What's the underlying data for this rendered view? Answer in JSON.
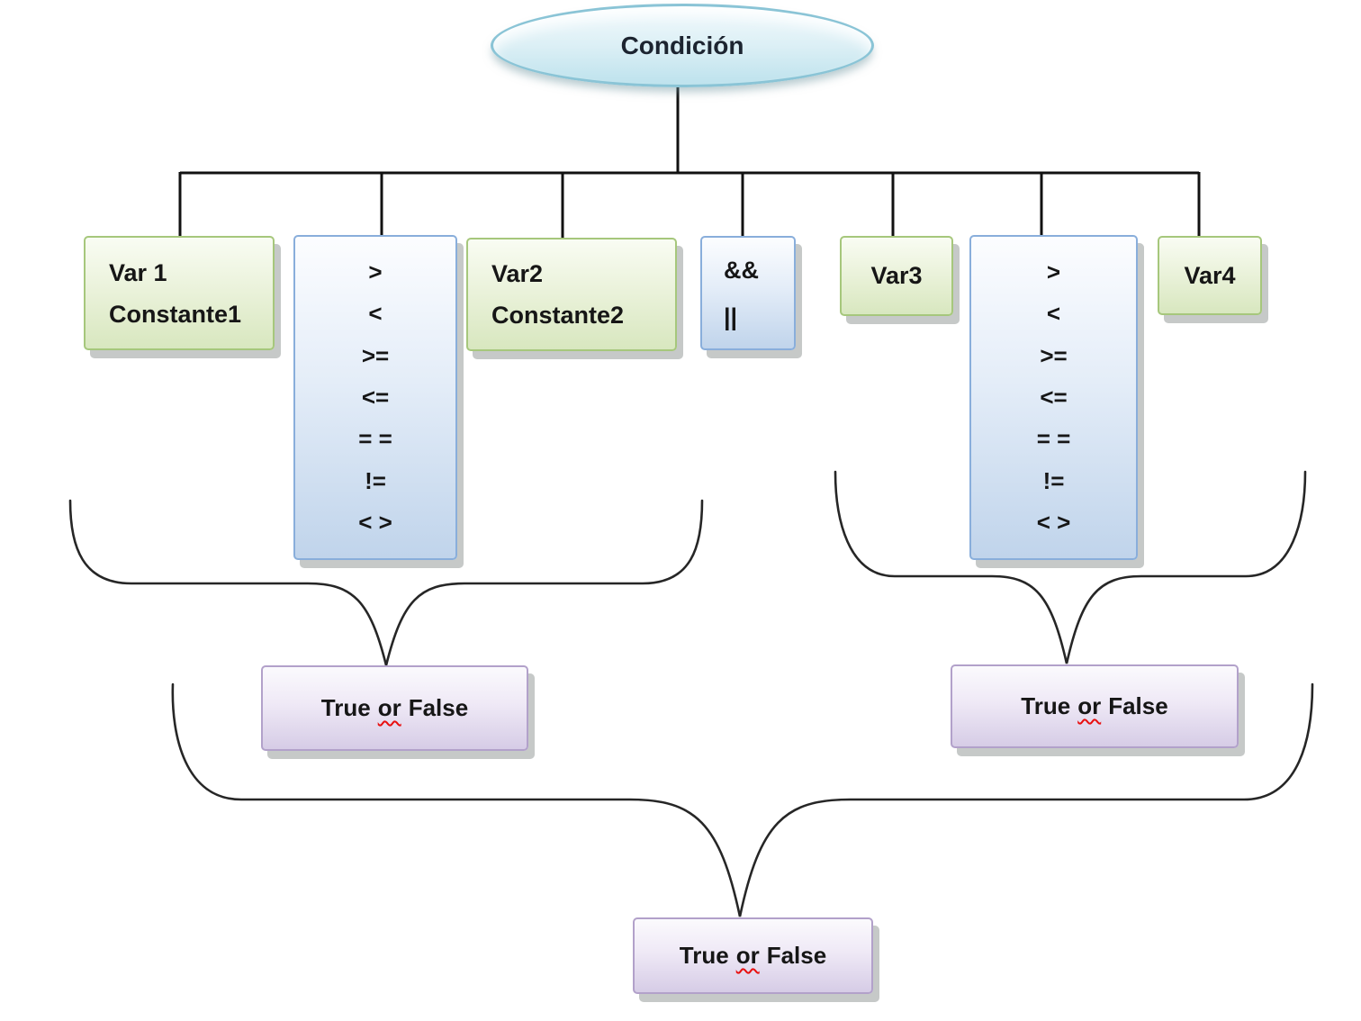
{
  "root_label": "Condición",
  "boxes": {
    "var1": {
      "line1": "Var 1",
      "line2": "Constante1"
    },
    "var2": {
      "line1": "Var2",
      "line2": "Constante2"
    },
    "var3": {
      "label": "Var3"
    },
    "var4": {
      "label": "Var4"
    },
    "logical": {
      "line1": "&&",
      "line2": "||"
    }
  },
  "operators": [
    ">",
    "<",
    ">=",
    "<=",
    "= =",
    "!=",
    "< >"
  ],
  "result_label": {
    "word1": "True",
    "word2": "or",
    "word3": "False"
  },
  "colors": {
    "green_border": "#a6c77c",
    "blue_border": "#89aedb",
    "purple_border": "#b2a1ca",
    "ellipse_border": "#8ac4d6",
    "connector_line": "#111111",
    "brace_line": "#262626",
    "misspell_underline": "#e81010"
  }
}
